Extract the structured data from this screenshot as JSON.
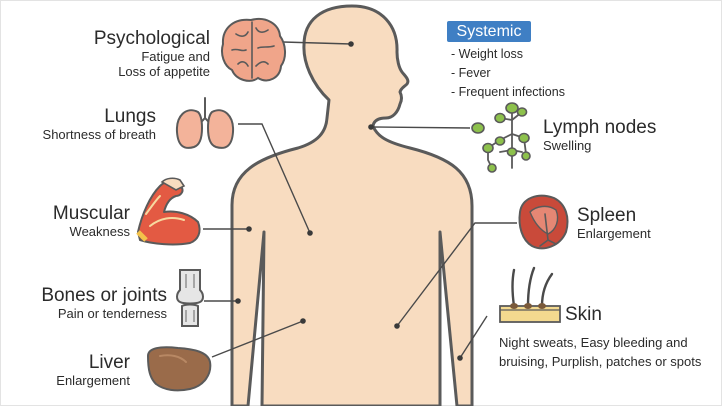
{
  "labels": {
    "psychological": {
      "title": "Psychological",
      "subtitle_1": "Fatigue and",
      "subtitle_2": "Loss of appetite"
    },
    "lungs": {
      "title": "Lungs",
      "subtitle": "Shortness of breath"
    },
    "muscular": {
      "title": "Muscular",
      "subtitle": "Weakness"
    },
    "bones": {
      "title": "Bones or joints",
      "subtitle": "Pain or tenderness"
    },
    "liver": {
      "title": "Liver",
      "subtitle": "Enlargement"
    },
    "systemic": {
      "title": "Systemic",
      "items": [
        "- Weight loss",
        "- Fever",
        "- Frequent infections"
      ]
    },
    "lymph": {
      "title": "Lymph nodes",
      "subtitle": "Swelling"
    },
    "spleen": {
      "title": "Spleen",
      "subtitle": "Enlargement"
    },
    "skin": {
      "title": "Skin",
      "detail": "Night sweats, Easy bleeding and bruising, Purplish, patches or spots"
    }
  },
  "icons": [
    "brain-icon",
    "lungs-icon",
    "muscle-arm-icon",
    "knee-joint-icon",
    "liver-icon",
    "lymph-nodes-icon",
    "spleen-icon",
    "skin-hair-icon"
  ],
  "colors": {
    "skin_tone": "#f8dcc0",
    "outline": "#5a5a5a",
    "brain": "#f0a58a",
    "lungs": "#f3b39a",
    "muscle": "#e35a43",
    "liver": "#9a6b4a",
    "lymph": "#8dc14c",
    "spleen": "#c94a3a",
    "skin_layer": "#f3d98f",
    "badge": "#3f7fc4"
  }
}
